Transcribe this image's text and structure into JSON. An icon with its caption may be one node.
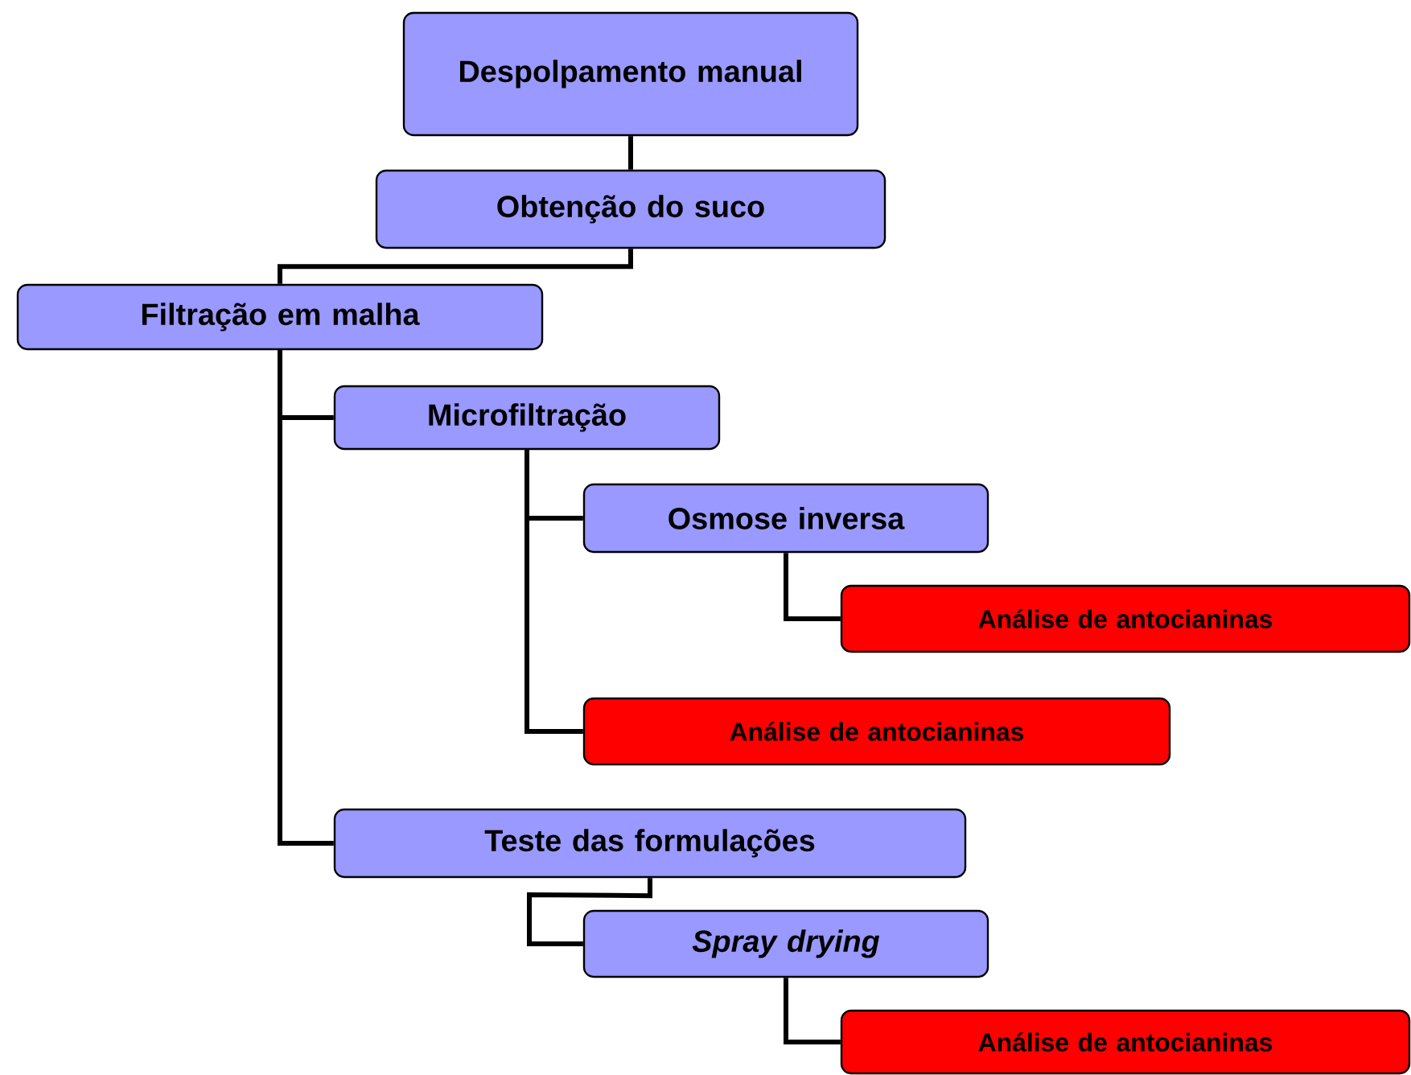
{
  "diagram": {
    "nodes": [
      {
        "text": [
          "Despolpamento manual"
        ]
      },
      {
        "text": [
          "Obtenção do suco"
        ]
      },
      {
        "text": [
          "Filtração em malha"
        ]
      },
      {
        "text": [
          "Microfiltração"
        ]
      },
      {
        "text": [
          "Osmose inversa"
        ]
      },
      {
        "text": [
          "Análise de antocianinas"
        ]
      },
      {
        "text": [
          "Análise de antocianinas"
        ]
      },
      {
        "text": [
          "Teste das formulações"
        ]
      },
      {
        "text": [
          "Spray drying"
        ]
      },
      {
        "text": [
          "Análise de antocianinas"
        ]
      }
    ],
    "edges": [
      {
        "from": 0,
        "to": 1,
        "arrow": "none"
      },
      {
        "from": 1,
        "to": 2,
        "arrow": "none"
      },
      {
        "from": 2,
        "to": 3,
        "arrow": "none"
      },
      {
        "from": 2,
        "to": 7,
        "arrow": "none"
      },
      {
        "from": 3,
        "to": 4,
        "arrow": "none"
      },
      {
        "from": 3,
        "to": 6,
        "arrow": "none"
      },
      {
        "from": 4,
        "to": 5,
        "arrow": "none"
      },
      {
        "from": 7,
        "to": 8,
        "arrow": "none"
      },
      {
        "from": 8,
        "to": 9,
        "arrow": "none"
      }
    ]
  }
}
